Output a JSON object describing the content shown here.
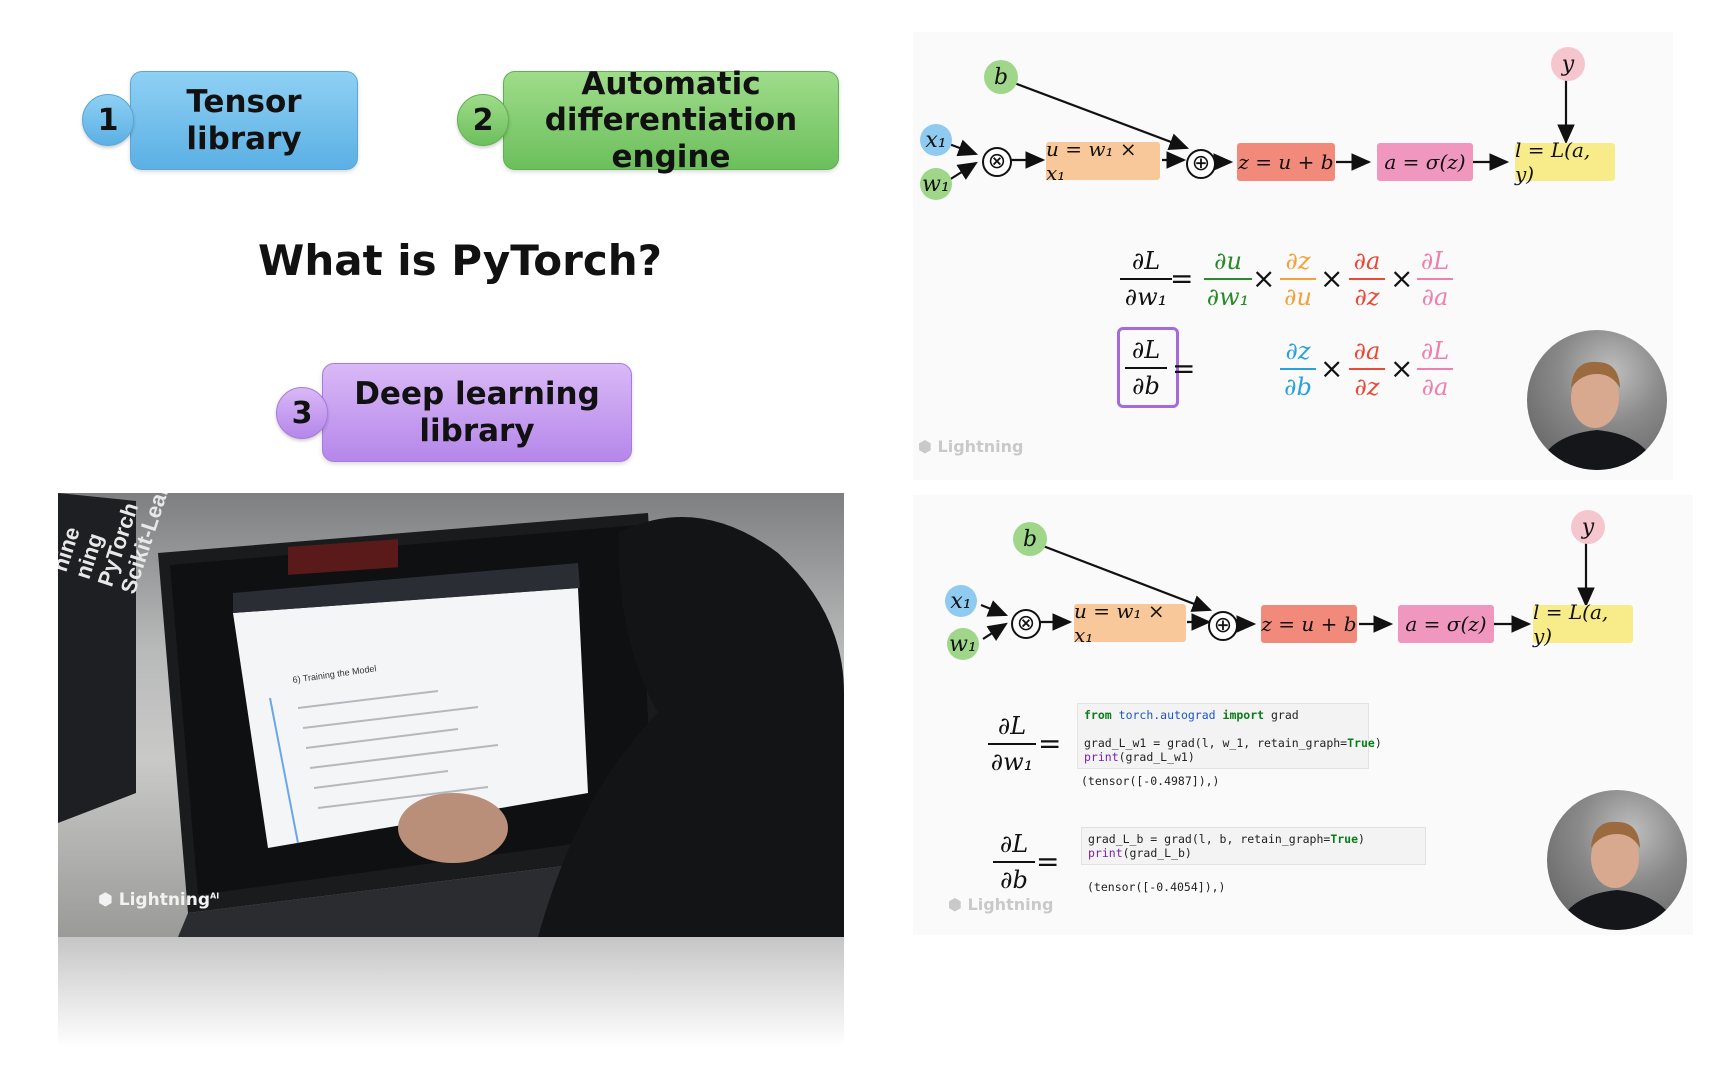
{
  "features": [
    {
      "number": "1",
      "label": "Tensor library",
      "color": "#6dbde9"
    },
    {
      "number": "2",
      "label_line1": "Automatic",
      "label_line2": "differentiation engine",
      "color": "#7fcc6c"
    },
    {
      "number": "3",
      "label_line1": "Deep learning",
      "label_line2": "library",
      "color": "#c49cf0"
    }
  ],
  "title": "What is PyTorch?",
  "video": {
    "watermark": "Lightning",
    "watermark_sup": "AI",
    "book_text": [
      "hine",
      "ning",
      "PyTorch",
      "Scikit-Learn"
    ],
    "screen_heading": "6) Training the Model"
  },
  "graph": {
    "nodes": {
      "b": "b",
      "x1": "x₁",
      "w1": "w₁",
      "y": "y"
    },
    "ops": {
      "mul": "⊗",
      "add": "⊕"
    },
    "boxes": {
      "u": "u = w₁ × x₁",
      "z": "z = u + b",
      "a": "a = σ(z)",
      "l": "l = L(a, y)"
    },
    "colors": {
      "b": "#9fd68a",
      "x1": "#8fcaf0",
      "w1": "#9fd68a",
      "y": "#f6c6cf",
      "u": "#f9c89a",
      "z": "#f28a7c",
      "a": "#ef97be",
      "l": "#f8ec8a"
    }
  },
  "equations": {
    "dL": "∂L",
    "dw1": "∂w₁",
    "db": "∂b",
    "du": "∂u",
    "dz": "∂z",
    "da": "∂a",
    "equals": "=",
    "times": "×"
  },
  "code": {
    "cell1_line1_kw1": "from",
    "cell1_line1_mod": "torch.autograd",
    "cell1_line1_kw2": "import",
    "cell1_line1_rest": "grad",
    "cell1_line2": "grad_L_w1 = grad(l, w_1, retain_graph=",
    "cell1_true": "True",
    "cell1_line2_end": ")",
    "cell1_print": "print",
    "cell1_line3_rest": "(grad_L_w1)",
    "out1": "(tensor([-0.4987]),)",
    "cell2_line1": "grad_L_b = grad(l, b, retain_graph=",
    "cell2_true": "True",
    "cell2_line1_end": ")",
    "cell2_print": "print",
    "cell2_line2_rest": "(grad_L_b)",
    "out2": "(tensor([-0.4054]),)"
  },
  "watermark": "Lightning"
}
